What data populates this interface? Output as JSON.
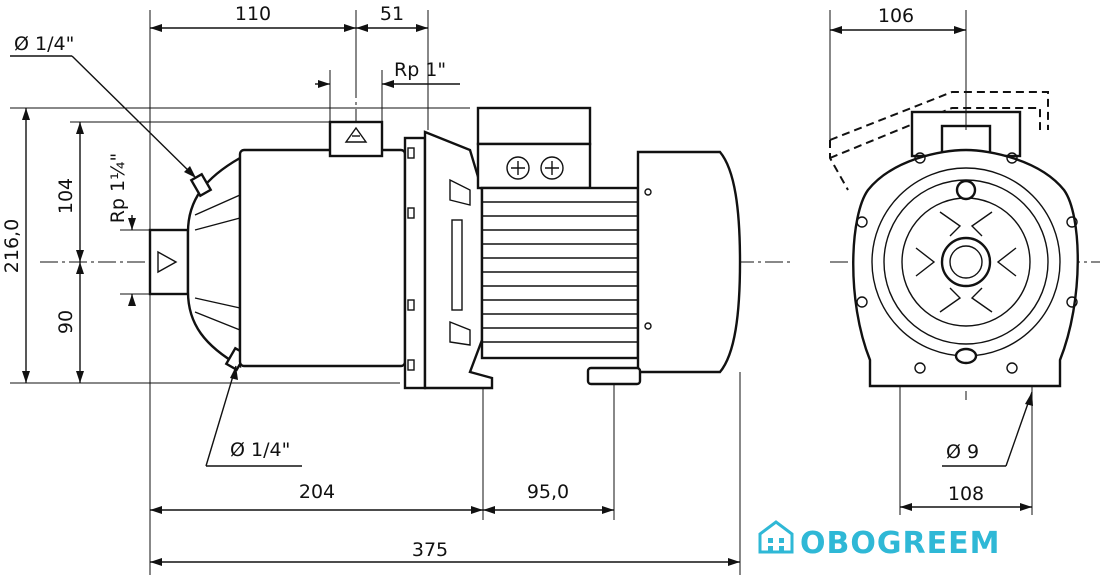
{
  "dimensions": {
    "top_110": "110",
    "top_51": "51",
    "thread_rp1": "Rp 1\"",
    "thread_rp114": "Rp 1¼\"",
    "dia_plug_top": "Ø 1/4\"",
    "dia_plug_bottom": "Ø 1/4\"",
    "height_216": "216,0",
    "height_104": "104",
    "height_90": "90",
    "bottom_204": "204",
    "bottom_95": "95,0",
    "bottom_375": "375",
    "side_106": "106",
    "side_108": "108",
    "side_dia9": "Ø 9"
  },
  "brand": {
    "name": "OBOGREEM",
    "color": "#2fb8d6"
  }
}
